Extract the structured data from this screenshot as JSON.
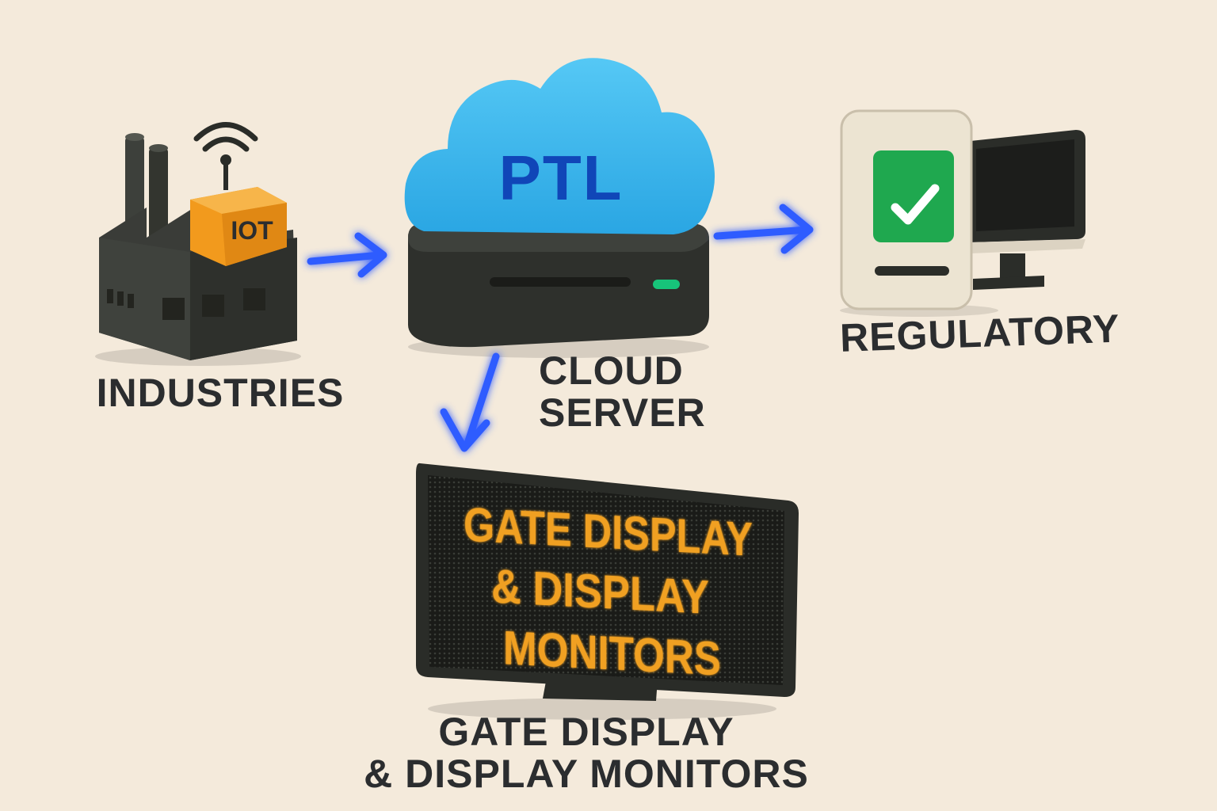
{
  "nodes": {
    "industries": {
      "label": "INDUSTRIES",
      "iot_badge": "IOT"
    },
    "cloud_server": {
      "cloud_text": "PTL",
      "label_line1": "CLOUD",
      "label_line2": "SERVER"
    },
    "regulatory": {
      "label": "REGULATORY"
    },
    "gate_display": {
      "led_line1": "GATE DISPLAY",
      "led_line2": "& DISPLAY",
      "led_line3": "MONITORS",
      "label_line1": "GATE DISPLAY",
      "label_line2": "& DISPLAY MONITORS"
    }
  },
  "colors": {
    "background": "#f4eadb",
    "arrow": "#2f5bff",
    "cloud": "#35b6ee",
    "cloud_text": "#1046b8",
    "iot_box": "#f29a1d",
    "led_text": "#f0a020",
    "check_green": "#1fa84f",
    "device_dark": "#2c2e2b"
  },
  "icons": [
    "factory-icon",
    "wifi-signal-icon",
    "cloud-icon",
    "server-box-icon",
    "checkmark-icon",
    "desktop-monitor-icon",
    "led-sign-icon"
  ]
}
